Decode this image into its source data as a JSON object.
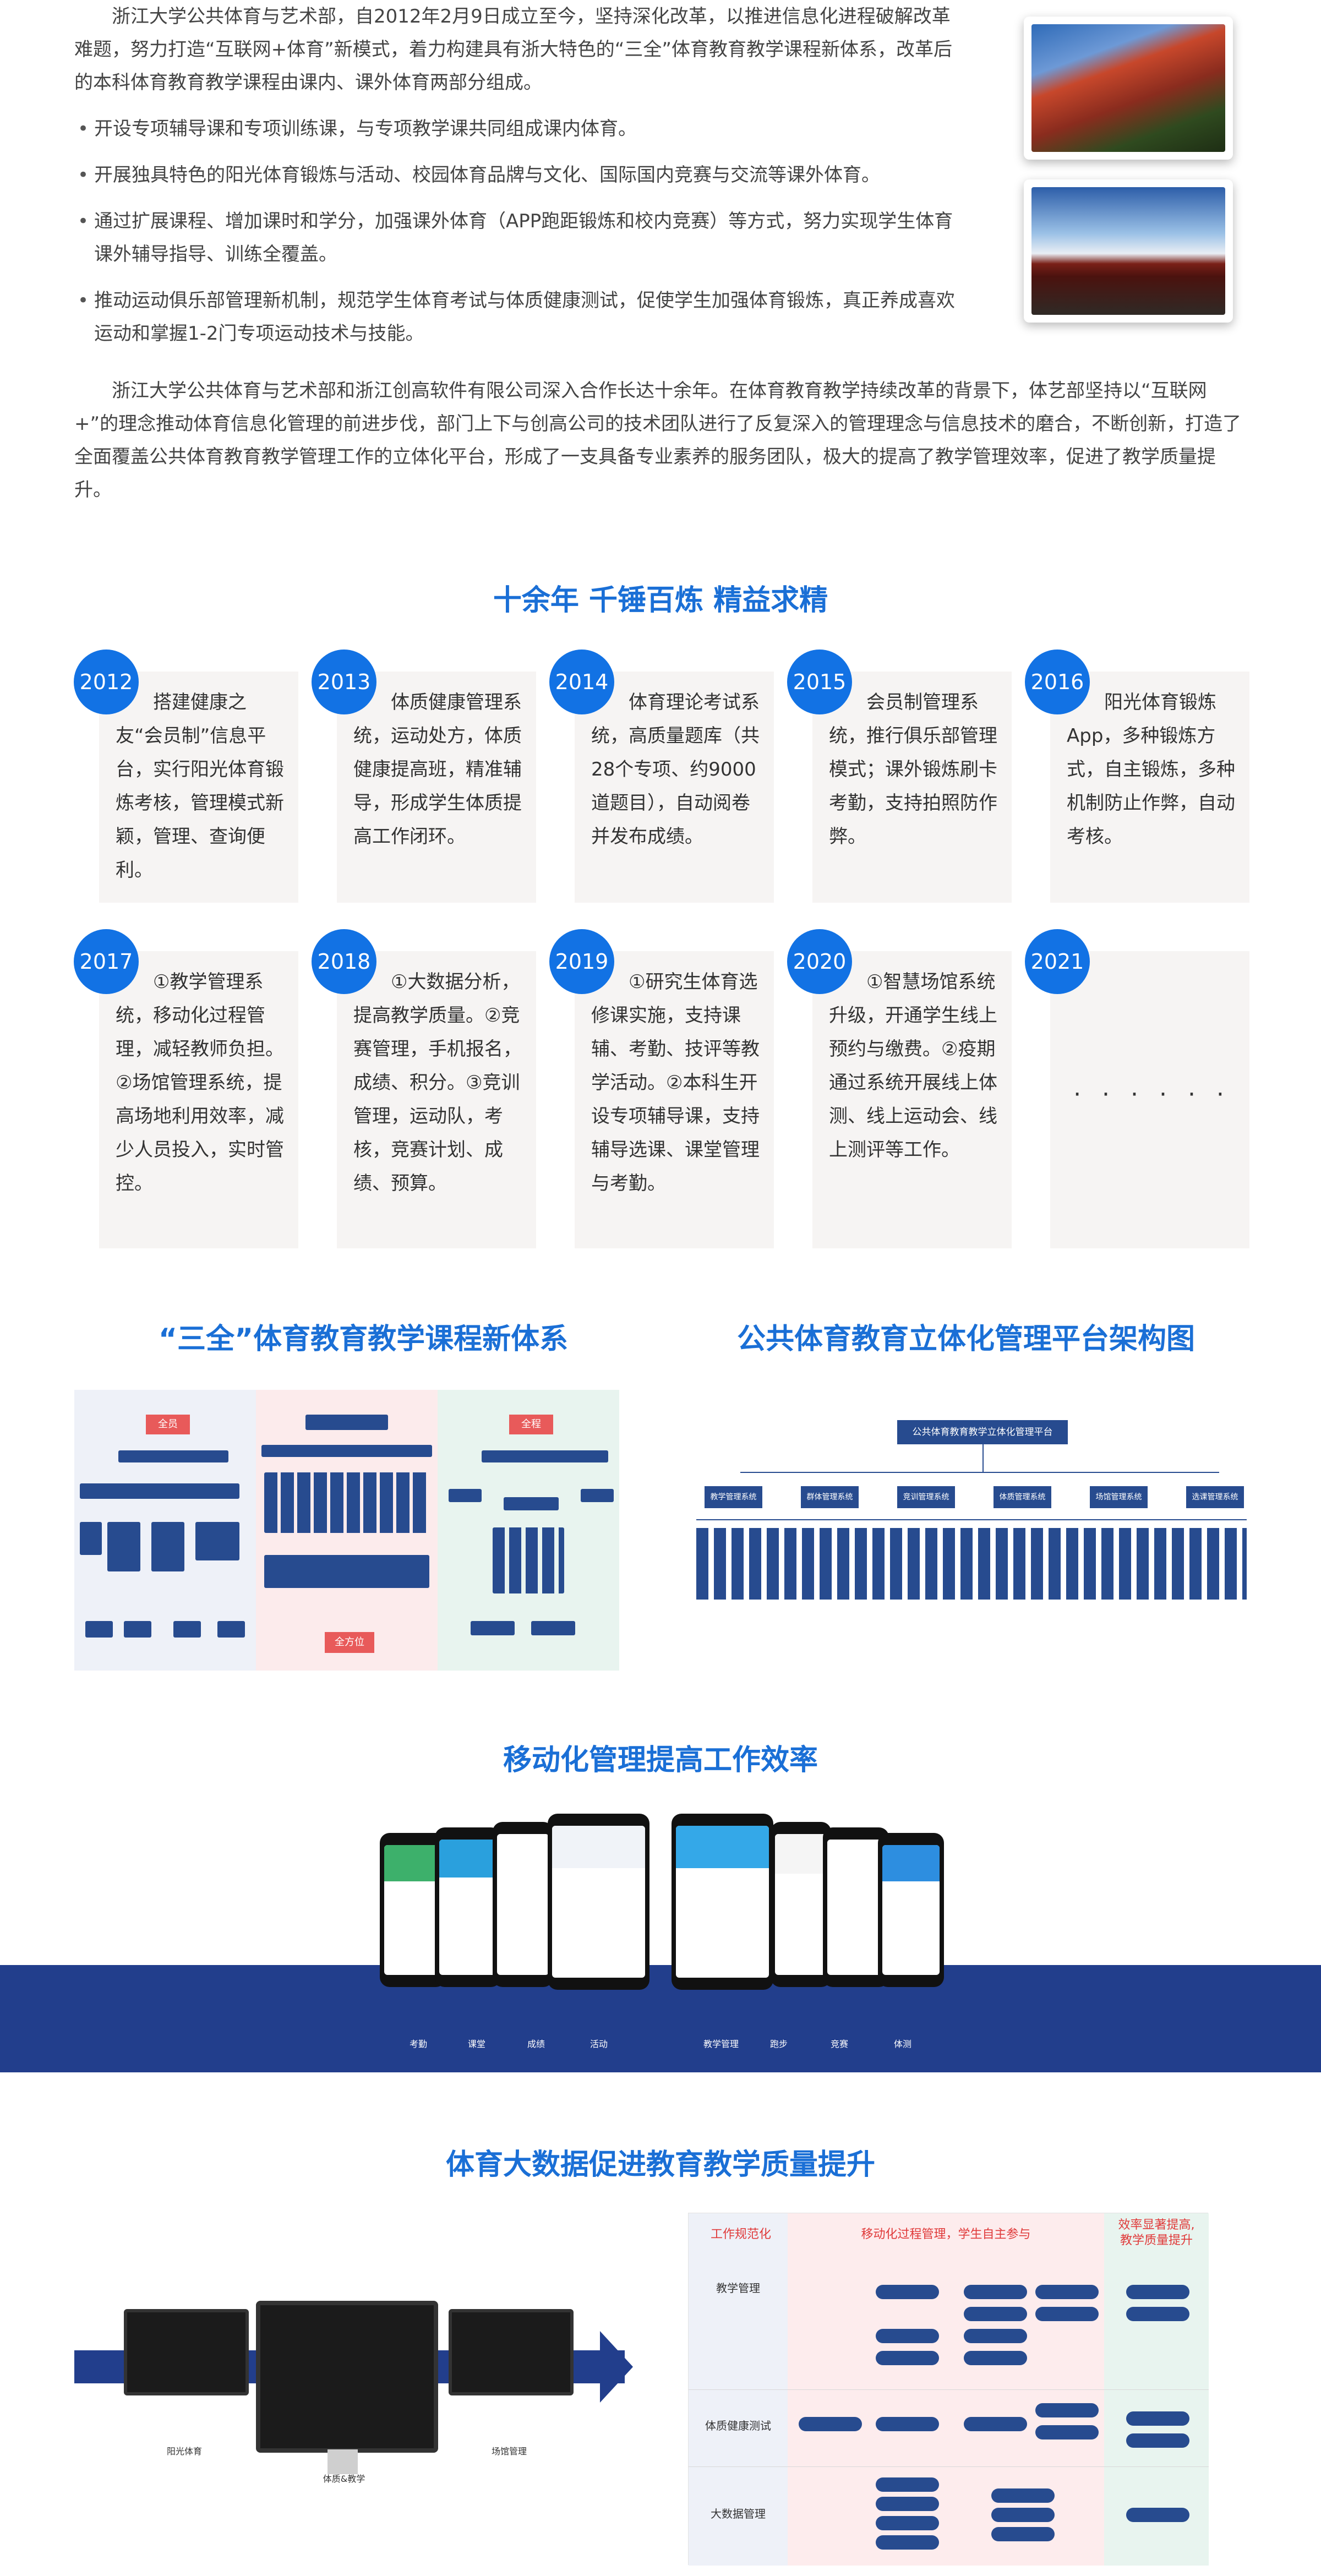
{
  "intro": {
    "p1": "浙江大学公共体育与艺术部，自2012年2月9日成立至今，坚持深化改革，以推进信息化进程破解改革难题，努力打造“互联网+体育”新模式，着力构建具有浙大特色的“三全”体育教育教学课程新体系，改革后的本科体育教育教学课程由课内、课外体育两部分组成。",
    "bullets": [
      "开设专项辅导课和专项训练课，与专项教学课共同组成课内体育。",
      "开展独具特色的阳光体育锻炼与活动、校园体育品牌与文化、国际国内竞赛与交流等课外体育。",
      "通过扩展课程、增加课时和学分，加强课外体育（APP跑距锻炼和校内竞赛）等方式，努力实现学生体育课外辅导指导、训练全覆盖。",
      "推动运动俱乐部管理新机制，规范学生体育考试与体质健康测试，促使学生加强体育锻炼，真正养成喜欢运动和掌握1-2门专项运动技术与技能。"
    ],
    "p2": "浙江大学公共体育与艺术部和浙江创高软件有限公司深入合作长达十余年。在体育教育教学持续改革的背景下，体艺部坚持以“互联网+”的理念推动体育信息化管理的前进步伐，部门上下与创高公司的技术团队进行了反复深入的管理理念与信息技术的磨合，不断创新，打造了全面覆盖公共体育教育教学管理工作的立体化平台，形成了一支具备专业素养的服务团队，极大的提高了教学管理效率，促进了教学质量提升。"
  },
  "timeline": {
    "title": "十余年  千锤百炼  精益求精",
    "items": [
      {
        "year": "2012",
        "text": "搭建健康之友“会员制”信息平台，实行阳光体育锻炼考核，管理模式新颖，管理、查询便利。"
      },
      {
        "year": "2013",
        "text": "体质健康管理系统，运动处方，体质健康提高班，精准辅导，形成学生体质提高工作闭环。"
      },
      {
        "year": "2014",
        "text": "体育理论考试系统，高质量题库（共28个专项、约9000道题目），自动阅卷并发布成绩。"
      },
      {
        "year": "2015",
        "text": "会员制管理系统，推行俱乐部管理模式；课外锻炼刷卡考勤，支持拍照防作弊。"
      },
      {
        "year": "2016",
        "text": "阳光体育锻炼App，多种锻炼方式，自主锻炼，多种机制防止作弊，自动考核。"
      },
      {
        "year": "2017",
        "text": "①教学管理系统，移动化过程管理，减轻教师负担。②场馆管理系统，提高场地利用效率，减少人员投入，实时管控。"
      },
      {
        "year": "2018",
        "text": "①大数据分析，提高教学质量。②竞赛管理，手机报名，成绩、积分。③竞训管理，运动队，考核，竞赛计划、成绩、预算。"
      },
      {
        "year": "2019",
        "text": "①研究生体育选修课实施，支持课辅、考勤、技评等教学活动。②本科生开设专项辅导课，支持辅导选课、课堂管理与考勤。"
      },
      {
        "year": "2020",
        "text": "①智慧场馆系统升级，开通学生线上预约与缴费。②疫期通过系统开展线上体测、线上运动会、线上测评等工作。"
      },
      {
        "year": "2021",
        "text": "· · · · · ·"
      }
    ]
  },
  "sections": {
    "curriculum": "“三全”体育教育教学课程新体系",
    "architecture": "公共体育教育立体化管理平台架构图",
    "mobile": "移动化管理提高工作效率",
    "bigdata": "体育大数据促进教育教学质量提升"
  },
  "curriculum_diagram": {
    "left_tag": "全员",
    "right_tag": "全程",
    "bottom_tag": "全方位"
  },
  "architecture_diagram": {
    "root": "公共体育教育教学立体化管理平台",
    "systems": [
      "教学管理系统",
      "群体管理系统",
      "竞训管理系统",
      "体质管理系统",
      "场馆管理系统",
      "选课管理系统"
    ]
  },
  "mobile_labels": [
    "考勤",
    "课堂",
    "成绩",
    "活动",
    "教学管理",
    "跑步",
    "竞赛",
    "体测"
  ],
  "monitor_labels": [
    "阳光体育",
    "体质&教学",
    "场馆管理"
  ],
  "flow": {
    "headers": [
      "工作规范化",
      "移动化过程管理，学生自主参与",
      "效率显著提高,\n教学质量提升"
    ],
    "rows": [
      "教学管理",
      "体质健康测试",
      "大数据管理"
    ],
    "colors": {
      "accent_blue": "#1a6fd6",
      "red": "#e03a3a",
      "navy": "#223e8c"
    }
  }
}
